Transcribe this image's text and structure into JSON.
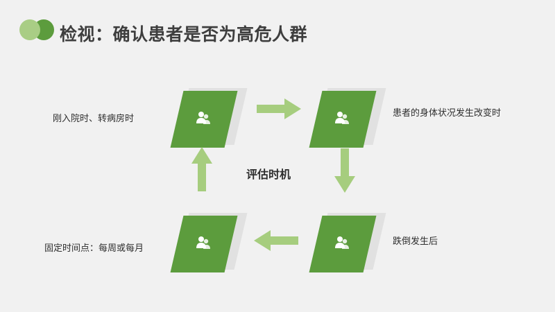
{
  "slide": {
    "title": "检视：确认患者是否为高危人群",
    "center_label": "评估时机"
  },
  "steps": [
    {
      "label": "刚入院时、转病房时",
      "icon": "users-icon"
    },
    {
      "label": "患者的身体状况发生改变时",
      "icon": "users-icon"
    },
    {
      "label": "跌倒发生后",
      "icon": "users-icon"
    },
    {
      "label": "固定时间点：每周或每月",
      "icon": "users-icon"
    }
  ],
  "colors": {
    "primary_green": "#5c9c3d",
    "light_green": "#a9cd85",
    "arrow_green": "#a6cd7e",
    "background": "#f1f1f1"
  }
}
